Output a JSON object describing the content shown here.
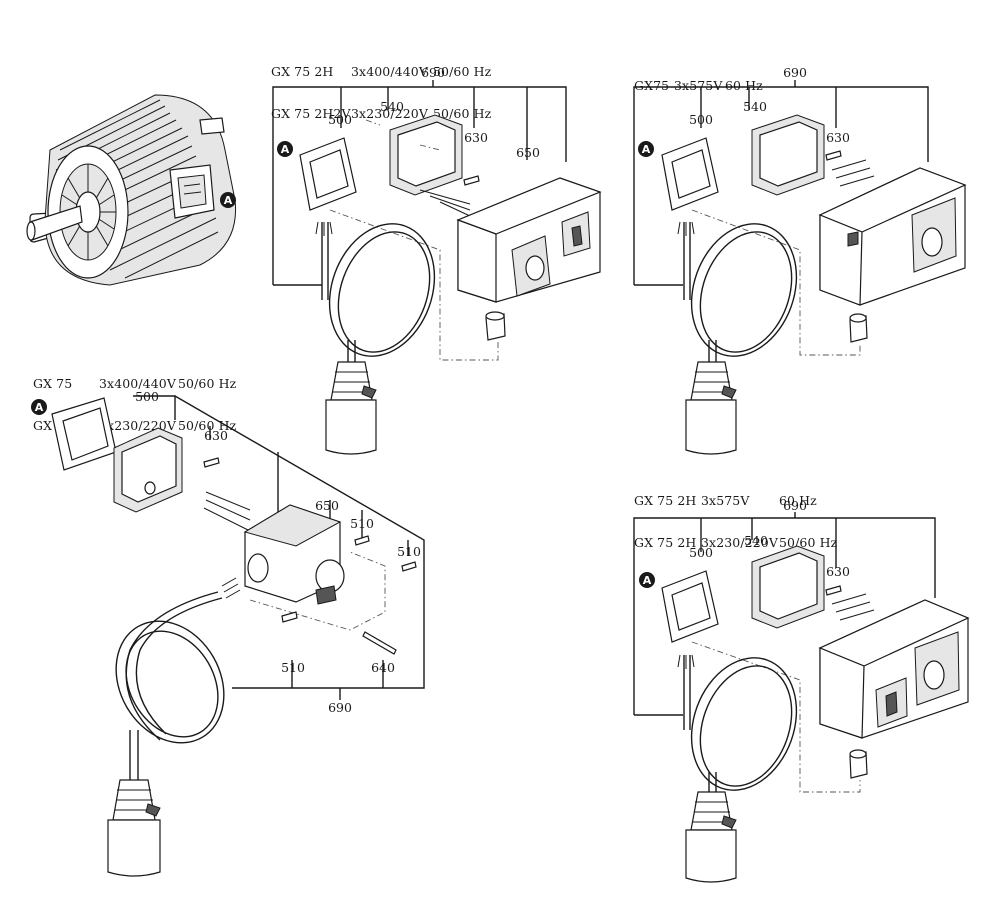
{
  "headers": {
    "top_center": [
      {
        "model": "GX 75 2H",
        "voltage": "3x400/440V",
        "freq": "50/60 Hz"
      },
      {
        "model": "GX 75 2H2V",
        "voltage": "3x230/220V",
        "freq": "50/60 Hz"
      }
    ],
    "top_right": [
      {
        "model": "GX75",
        "voltage": "3x575V",
        "freq": "60 Hz"
      }
    ],
    "mid_left": [
      {
        "model": "GX 75",
        "voltage": "3x400/440V",
        "freq": "50/60 Hz"
      },
      {
        "model": "GX 75 2V",
        "voltage": "3x230/220V",
        "freq": "50/60 Hz"
      }
    ],
    "bottom_right": [
      {
        "model": "GX 75 2H",
        "voltage": "3x575V",
        "freq": "60 Hz"
      },
      {
        "model": "GX 75 2H",
        "voltage": "3x230/220V",
        "freq": "50/60 Hz"
      }
    ]
  },
  "callout_marker": "A",
  "part_numbers": {
    "p500": "500",
    "p510": "510",
    "p540": "540",
    "p630": "630",
    "p640": "640",
    "p650": "650",
    "p690": "690"
  }
}
